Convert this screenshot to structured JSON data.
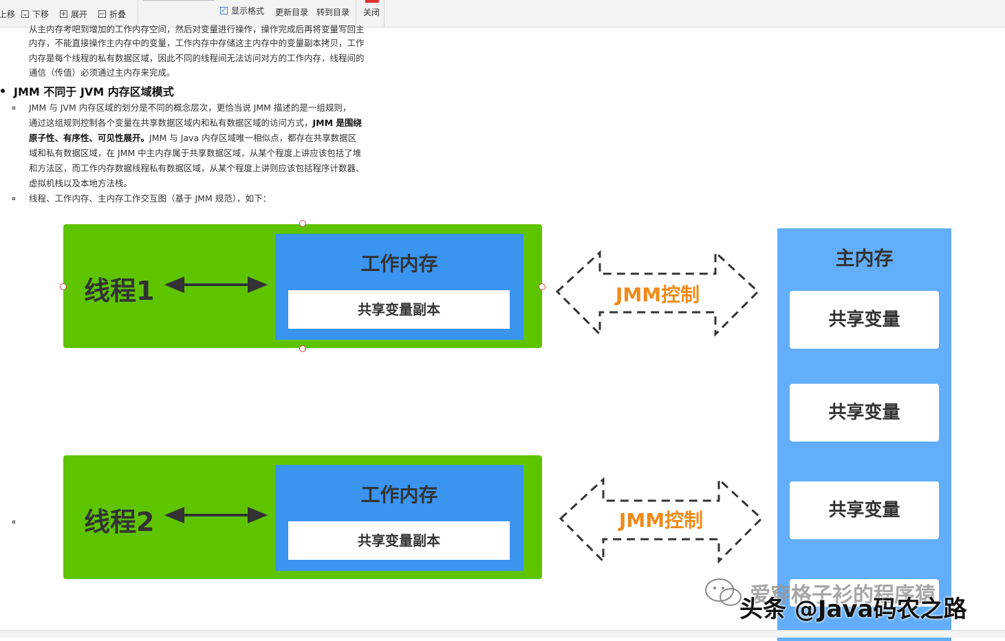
{
  "toolbar": {
    "move_up": "上移",
    "move_down": "下移",
    "expand": "展开",
    "collapse": "折叠",
    "show_format": "显示格式",
    "update_toc": "更新目录",
    "goto_toc": "转到目录",
    "close": "关闭"
  },
  "document": {
    "intro_lines": [
      "从主内存考吧到增加的工作内存空间，然后对变量进行操作，操作完成后再将变量写回主",
      "内存，不能直接操作主内存中的变量，工作内存中存储这主内存中的变量副本拷贝，工作",
      "内存是每个线程的私有数据区域，因此不同的线程间无法访问对方的工作内存，线程间的",
      "通信（传值）必须通过主内存来完成。"
    ],
    "heading": "JMM 不同于 JVM 内存区域模式",
    "para1_line1": "JMM 与 JVM 内存区域的划分是不同的概念层次，更恰当说 JMM 描述的是一组规则，",
    "para1_line2a": "通过这组规则控制各个变量在共享数据区域内和私有数据区域的访问方式，",
    "para1_line2b": "JMM 是围绕",
    "para1_line3a": "原子性、有序性、可见性展开。",
    "para1_line3b": "JMM 与 Java 内存区域唯一相似点，都存在共享数据区",
    "para1_line4": "域和私有数据区域，在 JMM 中主内存属于共享数据区域，从某个程度上讲应该包括了堆",
    "para1_line5": "和方法区，而工作内存数据线程私有数据区域，从某个程度上讲则应该包括程序计数器、",
    "para1_line6": "虚拟机栈以及本地方法栈。",
    "para2": "线程、工作内存、主内存工作交互图（基于 JMM 规范），如下："
  },
  "diagram": {
    "thread1": "线程1",
    "thread2": "线程2",
    "work_memory": "工作内存",
    "shared_copy": "共享变量副本",
    "jmm_control": "JMM控制",
    "main_memory": "主内存",
    "shared_var": "共享变量"
  },
  "watermark": {
    "wechat": "爱穿格子衫的程序猿",
    "toutiao": "头条 @Java码农之路"
  },
  "colors": {
    "thread_green": "#5ec400",
    "work_blue": "#3a94f0",
    "main_blue": "#62aefb",
    "jmm_orange": "#f08a1a"
  }
}
